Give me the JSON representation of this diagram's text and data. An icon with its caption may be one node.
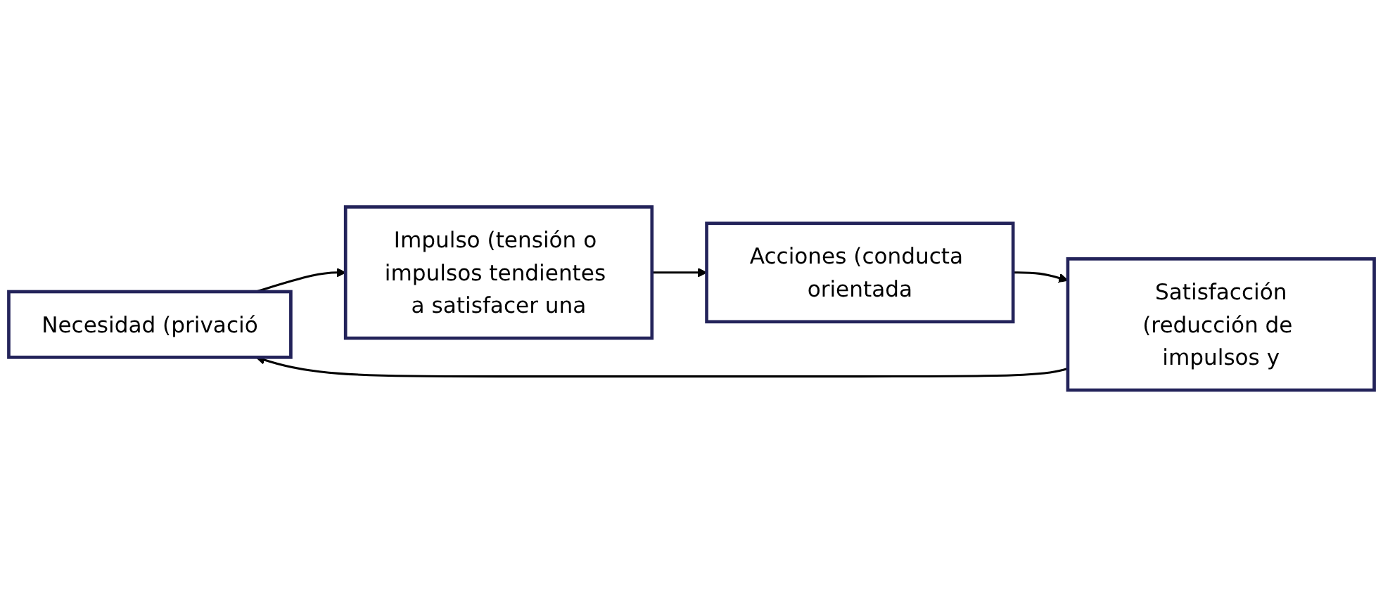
{
  "diagram": {
    "nodes": [
      {
        "text": [
          "Necesidad (privació"
        ]
      },
      {
        "text": [
          "Impulso (tensión o impulsos tendientes a satisfacer una"
        ]
      },
      {
        "text": [
          "Acciones (conducta orientada"
        ]
      },
      {
        "text": [
          "Satisfacción",
          "(reducción de impulsos y"
        ]
      }
    ],
    "edges": [
      {
        "from": 0,
        "to": 1,
        "arrow": "to"
      },
      {
        "from": 1,
        "to": 2,
        "arrow": "to"
      },
      {
        "from": 2,
        "to": 3,
        "arrow": "to"
      },
      {
        "from": 3,
        "to": 0,
        "arrow": "to"
      }
    ]
  }
}
